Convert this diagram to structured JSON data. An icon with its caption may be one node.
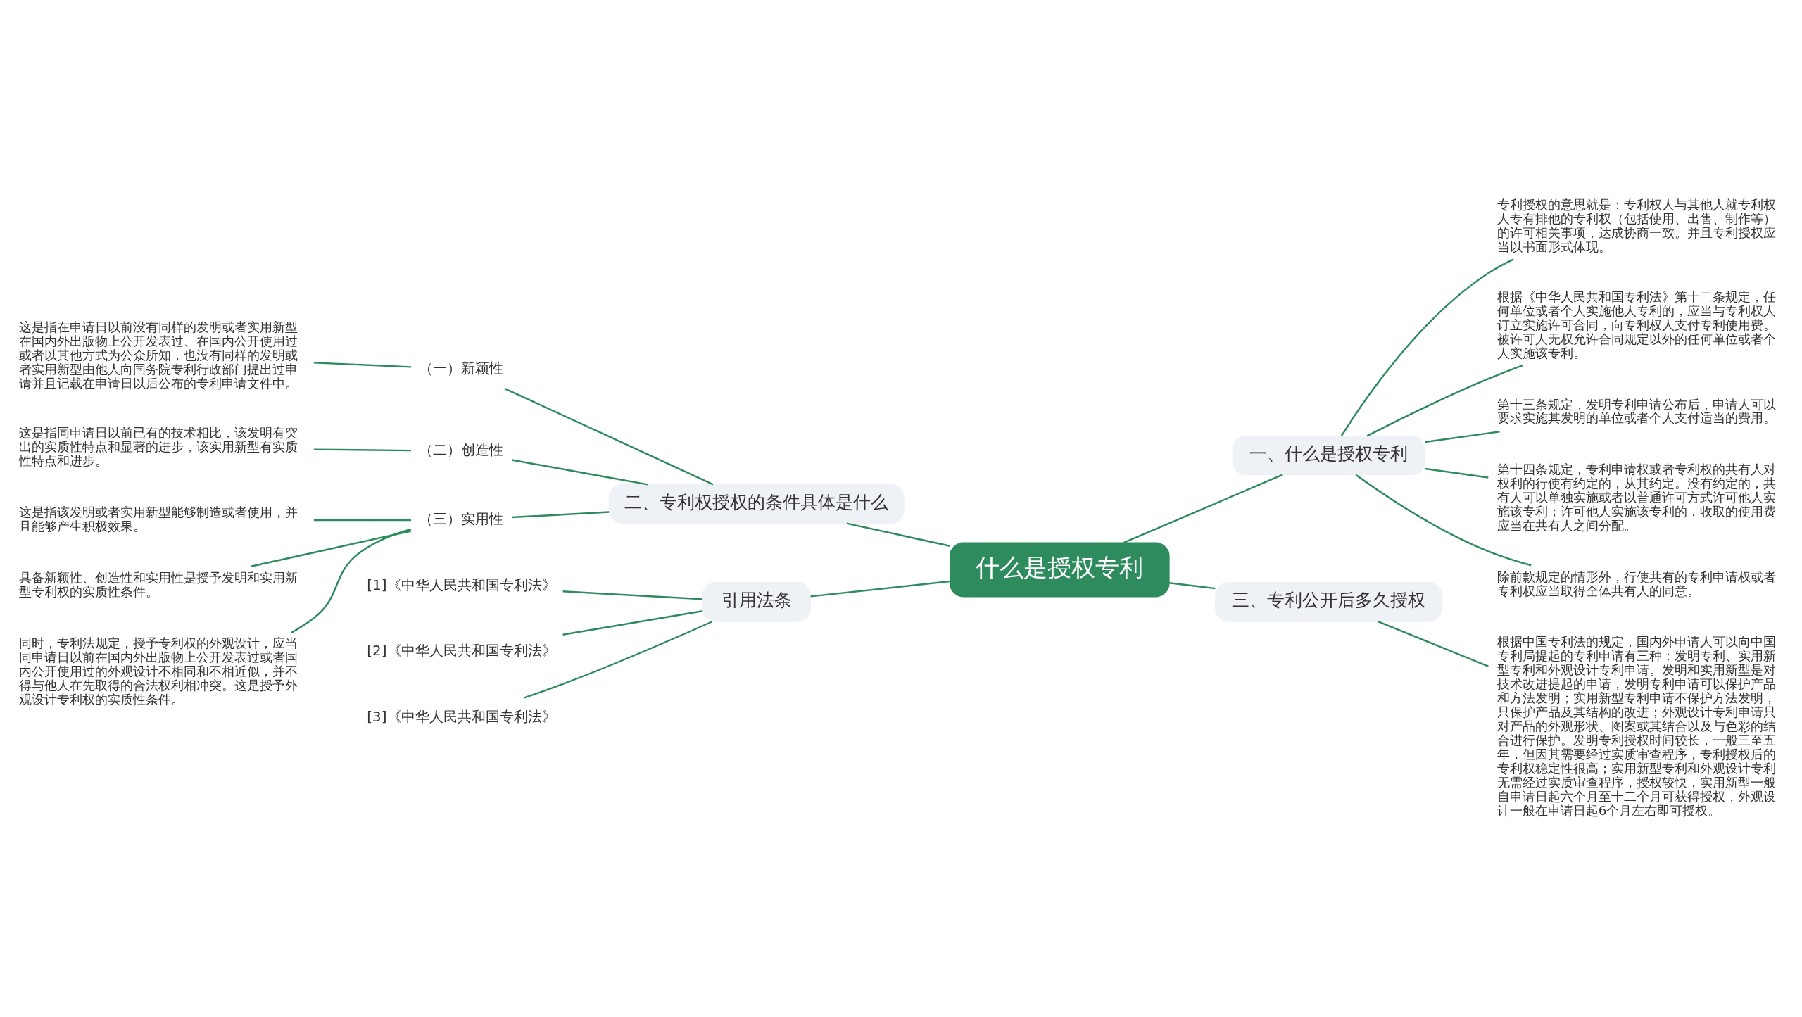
{
  "diagram": {
    "nodes": [
      {
        "text": [
          "什么是授权专利"
        ]
      },
      {
        "text": [
          "一、什么是授权专利"
        ]
      },
      {
        "text": [
          "专利授权的意思就是：专利权人与其他人就专利权人专有排他的专利权（包括使用、出售、制作等）的许可相关事项，达成协商一致。并且专利授权应当以书面形式体现。"
        ]
      },
      {
        "text": [
          "根据《中华人民共和国专利法》第十二条规定，任何单位或者个人实施他人专利的，应当与专利权人订立实施许可合同，向专利权人支付专利使用费。被许可人无权允许合同规定以外的任何单位或者个人实施该专利。"
        ]
      },
      {
        "text": [
          "第十三条规定，发明专利申请公布后，申请人可以要求实施其发明的单位或者个人支付适当的费用。"
        ]
      },
      {
        "text": [
          "第十四条规定，专利申请权或者专利权的共有人对权利的行使有约定的，从其约定。没有约定的，共有人可以单独实施或者以普通许可方式许可他人实施该专利；许可他人实施该专利的，收取的使用费应当在共有人之间分配。"
        ]
      },
      {
        "text": [
          "除前款规定的情形外，行使共有的专利申请权或者专利权应当取得全体共有人的同意。"
        ]
      },
      {
        "text": [
          "二、专利权授权的条件具体是什么"
        ]
      },
      {
        "text": [
          "（一）新颖性"
        ]
      },
      {
        "text": [
          "这是指在申请日以前没有同样的发明或者实用新型在国内外出版物上公开发表过、在国内公开使用过或者以其他方式为公众所知，也没有同样的发明或者实用新型由他人向国务院专利行政部门提出过申请并且记载在申请日以后公布的专利申请文件中。"
        ]
      },
      {
        "text": [
          "（二）创造性"
        ]
      },
      {
        "text": [
          "这是指同申请日以前已有的技术相比，该发明有突出的实质性特点和显著的进步，该实用新型有实质性特点和进步。"
        ]
      },
      {
        "text": [
          "（三）实用性"
        ]
      },
      {
        "text": [
          "这是指该发明或者实用新型能够制造或者使用，并且能够产生积极效果。"
        ]
      },
      {
        "text": [
          "具备新颖性、创造性和实用性是授予发明和实用新型专利权的实质性条件。"
        ]
      },
      {
        "text": [
          "同时，专利法规定，授予专利权的外观设计，应当同申请日以前在国内外出版物上公开发表过或者国内公开使用过的外观设计不相同和不相近似，并不得与他人在先取得的合法权利相冲突。这是授予外观设计专利权的实质性条件。"
        ]
      },
      {
        "text": [
          "三、专利公开后多久授权"
        ]
      },
      {
        "text": [
          "根据中国专利法的规定，国内外申请人可以向中国专利局提起的专利申请有三种：发明专利、实用新型专利和外观设计专利申请。发明和实用新型是对技术改进提起的申请，发明专利申请可以保护产品和方法发明；实用新型专利申请不保护方法发明，只保护产品及其结构的改进；外观设计专利申请只对产品的外观形状、图案或其结合以及与色彩的结合进行保护。发明专利授权时间较长，一般三至五年，但因其需要经过实质审查程序，专利授权后的专利权稳定性很高；实用新型专利和外观设计专利无需经过实质审查程序，授权较快，实用新型一般自申请日起六个月至十二个月可获得授权，外观设计一般在申请日起6个月左右即可授权。"
        ]
      },
      {
        "text": [
          "引用法条"
        ]
      },
      {
        "text": [
          "[1]《中华人民共和国专利法》"
        ]
      },
      {
        "text": [
          "[2]《中华人民共和国专利法》"
        ]
      },
      {
        "text": [
          "[3]《中华人民共和国专利法》"
        ]
      }
    ],
    "edges": [
      {
        "from": 0,
        "to": 1,
        "arrow": "none"
      },
      {
        "from": 1,
        "to": 2,
        "arrow": "none"
      },
      {
        "from": 1,
        "to": 3,
        "arrow": "none"
      },
      {
        "from": 1,
        "to": 4,
        "arrow": "none"
      },
      {
        "from": 1,
        "to": 5,
        "arrow": "none"
      },
      {
        "from": 1,
        "to": 6,
        "arrow": "none"
      },
      {
        "from": 0,
        "to": 7,
        "arrow": "none"
      },
      {
        "from": 7,
        "to": 8,
        "arrow": "none"
      },
      {
        "from": 8,
        "to": 9,
        "arrow": "none"
      },
      {
        "from": 7,
        "to": 10,
        "arrow": "none"
      },
      {
        "from": 10,
        "to": 11,
        "arrow": "none"
      },
      {
        "from": 7,
        "to": 12,
        "arrow": "none"
      },
      {
        "from": 12,
        "to": 13,
        "arrow": "none"
      },
      {
        "from": 12,
        "to": 14,
        "arrow": "none"
      },
      {
        "from": 12,
        "to": 15,
        "arrow": "none"
      },
      {
        "from": 0,
        "to": 16,
        "arrow": "none"
      },
      {
        "from": 16,
        "to": 17,
        "arrow": "none"
      },
      {
        "from": 0,
        "to": 18,
        "arrow": "none"
      },
      {
        "from": 18,
        "to": 19,
        "arrow": "none"
      },
      {
        "from": 18,
        "to": 20,
        "arrow": "none"
      },
      {
        "from": 18,
        "to": 21,
        "arrow": "none"
      }
    ]
  }
}
